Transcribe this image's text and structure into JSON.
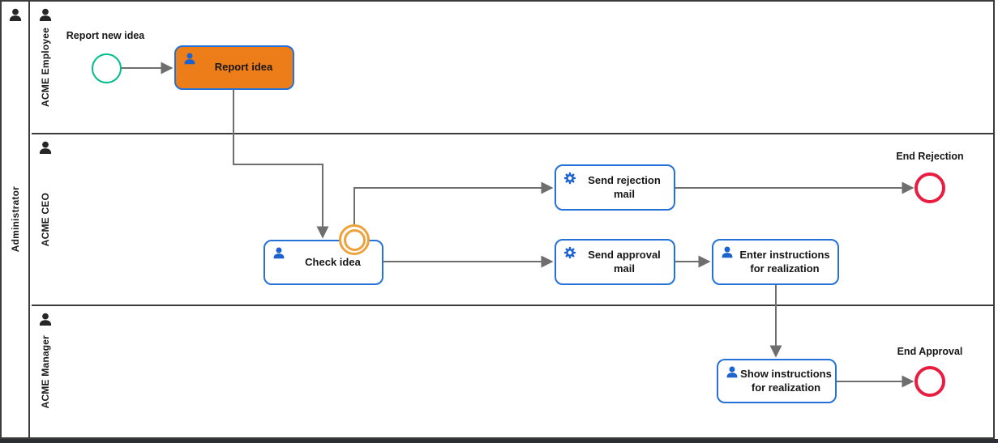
{
  "pool": {
    "label": "Administrator"
  },
  "lanes": [
    {
      "label": "ACME Employee"
    },
    {
      "label": "ACME CEO"
    },
    {
      "label": "ACME Manager"
    }
  ],
  "nodes": {
    "start_event": {
      "label": "Report new idea",
      "type": "start-event"
    },
    "report_idea": {
      "label": "Report idea",
      "type": "user-task"
    },
    "check_idea": {
      "label": "Check idea",
      "type": "user-task"
    },
    "send_rejection_mail": {
      "label": "Send rejection\nmail",
      "type": "service-task"
    },
    "send_approval_mail": {
      "label": "Send approval\nmail",
      "type": "service-task"
    },
    "enter_instructions": {
      "label": "Enter instructions\nfor realization",
      "type": "user-task"
    },
    "show_instructions": {
      "label": "Show instructions\nfor realization",
      "type": "user-task"
    },
    "end_rejection": {
      "label": "End Rejection",
      "type": "end-event"
    },
    "end_approval": {
      "label": "End Approval",
      "type": "end-event"
    },
    "escalation_boundary": {
      "label": "",
      "type": "boundary-event"
    }
  },
  "icons": {
    "pool_header": "person-icon",
    "lane_header": "person-icon",
    "user_task": "person-icon",
    "service_task": "gear-icon"
  },
  "colors": {
    "pool_border": "#3c3c3c",
    "task_border": "#2472d8",
    "icon_blue": "#1d63d0",
    "highlight_fill": "#ed7d18",
    "start_stroke": "#00bd8e",
    "boundary_stroke": "#eda23c",
    "end_stroke": "#e91d40",
    "connector_color": "#6e6e6e",
    "bottom_bar": "#2b2e33"
  }
}
